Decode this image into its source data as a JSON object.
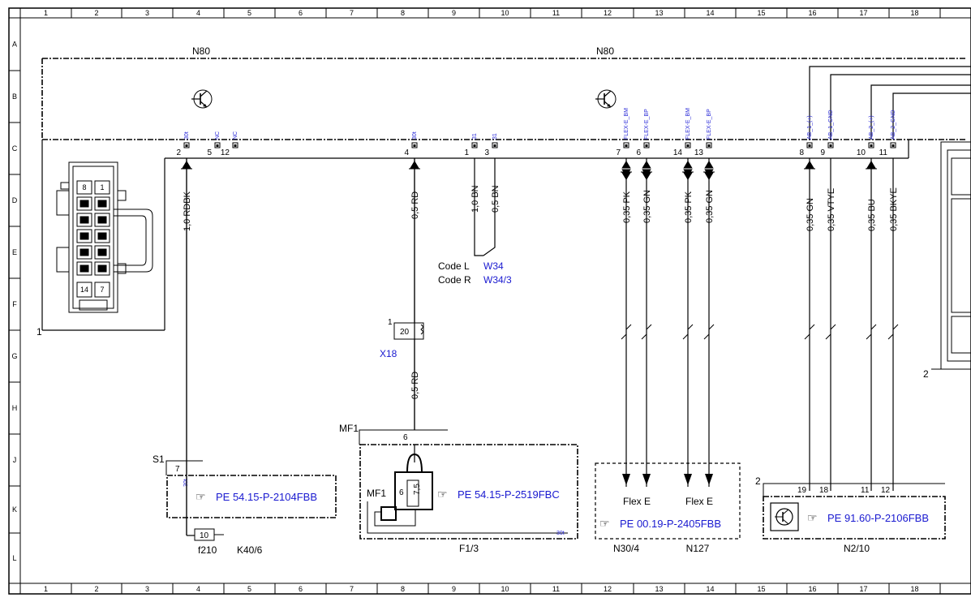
{
  "frame": {
    "columns": [
      "1",
      "2",
      "3",
      "4",
      "5",
      "6",
      "7",
      "8",
      "9",
      "10",
      "11",
      "12",
      "13",
      "14",
      "15",
      "16",
      "17",
      "18"
    ],
    "rows": [
      "A",
      "B",
      "C",
      "D",
      "E",
      "F",
      "G",
      "H",
      "J",
      "K",
      "L"
    ]
  },
  "modules": {
    "n80_left": "N80",
    "n80_right": "N80"
  },
  "connector_1_pins": [
    "8",
    "1",
    "14",
    "7"
  ],
  "pin_functions": [
    {
      "id": "p2",
      "name": "30t",
      "num": "2"
    },
    {
      "id": "p5",
      "name": "NC",
      "num": "5"
    },
    {
      "id": "p12",
      "name": "NC",
      "num": "12"
    },
    {
      "id": "p4",
      "name": "30t",
      "num": "4"
    },
    {
      "id": "p1",
      "name": "31",
      "num": "1"
    },
    {
      "id": "p3",
      "name": "31",
      "num": "3"
    },
    {
      "id": "p7",
      "name": "FLEX-E_BM",
      "num": "7"
    },
    {
      "id": "p6",
      "name": "FLEX-E_BP",
      "num": "6"
    },
    {
      "id": "p14",
      "name": "FLEX-E_BM",
      "num": "14"
    },
    {
      "id": "p13",
      "name": "FLEX-E_BP",
      "num": "13"
    },
    {
      "id": "p8",
      "name": "AB_1_(+)",
      "num": "8"
    },
    {
      "id": "p9",
      "name": "AB_1_GND",
      "num": "9"
    },
    {
      "id": "p10",
      "name": "AB_2_(+)",
      "num": "10"
    },
    {
      "id": "p11",
      "name": "AB_2_GND",
      "num": "11"
    }
  ],
  "wires": [
    {
      "id": "w2",
      "label": "1,0 RDBK"
    },
    {
      "id": "w4",
      "label": "0,5 RD"
    },
    {
      "id": "w1",
      "label": "1,0 BN"
    },
    {
      "id": "w3",
      "label": "0,5 BN"
    },
    {
      "id": "w7",
      "label": "0,35 PK"
    },
    {
      "id": "w6",
      "label": "0,35 GN"
    },
    {
      "id": "w14",
      "label": "0,35 PK"
    },
    {
      "id": "w13",
      "label": "0,35 GN"
    },
    {
      "id": "w8",
      "label": "0,35 GN"
    },
    {
      "id": "w9",
      "label": "0,35 VTYE"
    },
    {
      "id": "w10",
      "label": "0,35 BU"
    },
    {
      "id": "w11",
      "label": "0,35 BKYE"
    },
    {
      "id": "w4b",
      "label": "0,5 RD"
    }
  ],
  "codes": {
    "code_l_label": "Code L",
    "code_l_ref": "W34",
    "code_r_label": "Code R",
    "code_r_ref": "W34/3"
  },
  "labels": {
    "connector_1": "1",
    "connector_2": "2",
    "x18_pin": "20",
    "x18_terminal": "1",
    "x18": "X18",
    "mf1_top": "MF1",
    "mf1_pin": "6",
    "mf1_inner": "MF1",
    "fuse_value": "7,5",
    "fuse_pin": "6",
    "s1": "S1",
    "s1_pin": "7",
    "s1_pin_name": "30t",
    "fuse_10": "10",
    "f210": "f210",
    "k40_6": "K40/6",
    "f1_3": "F1/3",
    "thirty_t": "30t",
    "flex_e_1": "Flex E",
    "flex_e_2": "Flex E",
    "n30_4": "N30/4",
    "n127": "N127",
    "n2_10": "N2/10",
    "n2_box_num": "2",
    "n2_pin_19": "19",
    "n2_pin_18": "18",
    "n2_pin_11": "11",
    "n2_pin_12": "12"
  },
  "references": {
    "pe_s1": "PE 54.15-P-2104FBB",
    "pe_f13": "PE 54.15-P-2519FBC",
    "pe_n30": "PE 00.19-P-2405FBB",
    "pe_n2": "PE 91.60-P-2106FBB"
  },
  "colors": {
    "link_blue": "#1a1ad0",
    "pin_blue": "#2b2bd8",
    "line": "#000000"
  }
}
